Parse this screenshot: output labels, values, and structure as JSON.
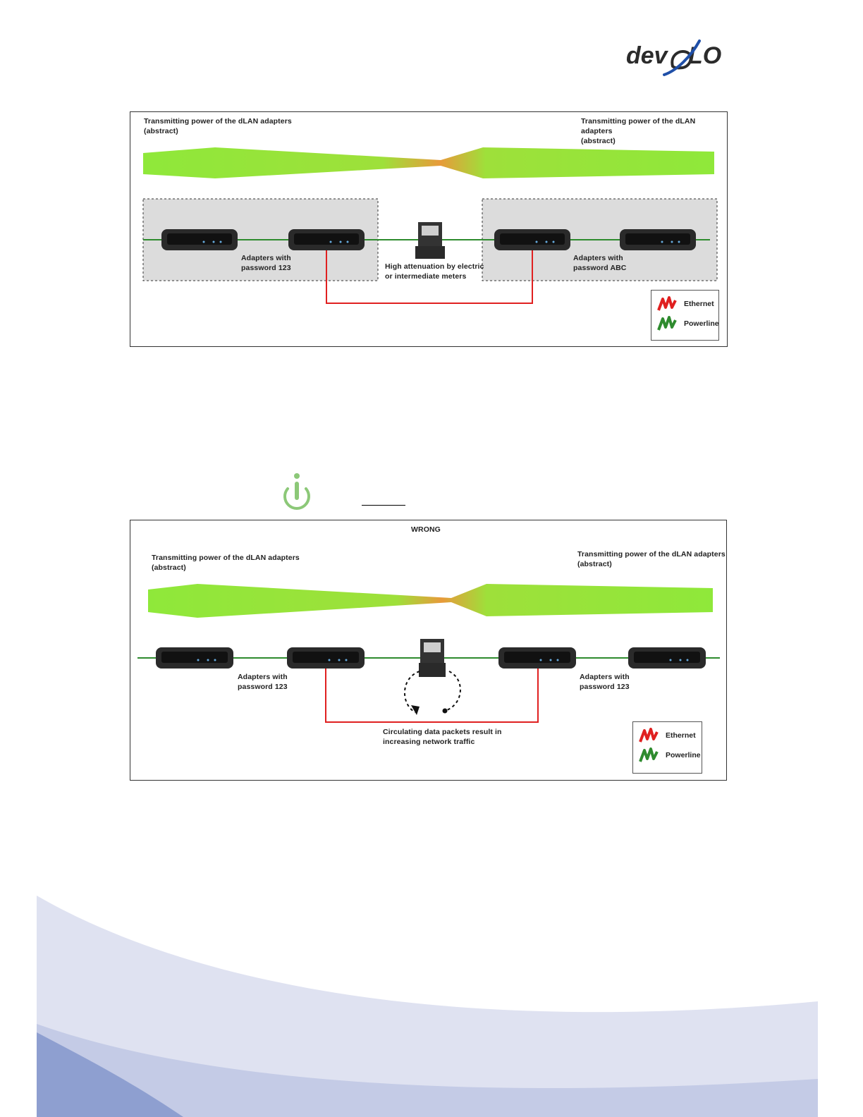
{
  "logo": {
    "text": "devolo"
  },
  "figure1": {
    "power_label_left": "Transmitting power of the dLAN adapters\n(abstract)",
    "power_label_right": "Transmitting power of the dLAN adapters\n(abstract)",
    "group_left_label": "Adapters with\npassword 123",
    "group_right_label": "Adapters with\npassword ABC",
    "meter_label": "High attenuation by electric\nor intermediate meters",
    "legend": {
      "ethernet": "Ethernet",
      "powerline": "Powerline"
    }
  },
  "figure2": {
    "title": "WRONG",
    "power_label_left": "Transmitting power of the dLAN adapters\n(abstract)",
    "power_label_right": "Transmitting power of the dLAN adapters\n(abstract)",
    "group_left_label": "Adapters with\npassword 123",
    "group_right_label": "Adapters with\npassword 123",
    "loop_label": "Circulating data packets result in\nincreasing network traffic",
    "legend": {
      "ethernet": "Ethernet",
      "powerline": "Powerline"
    }
  },
  "colors": {
    "ethernet": "#e02020",
    "powerline": "#2e8b2e",
    "power_band": "#8fe83a",
    "attenuation": "#e8a040"
  }
}
